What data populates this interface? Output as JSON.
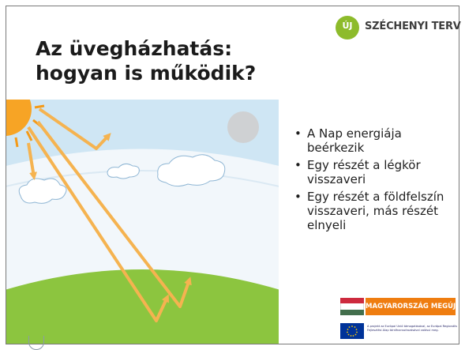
{
  "title": {
    "line1": "Az üvegházhatás:",
    "line2": "hogyan is működik?"
  },
  "logo": {
    "badge": "ÚJ",
    "text": "SZÉCHENYI TERV",
    "color": "#8dbb2b"
  },
  "bullets": [
    {
      "text": "A Nap energiája beérkezik"
    },
    {
      "text": "Egy részét a légkör visszaveri"
    },
    {
      "text": "Egy részét a földfelszín visszaveri, más részét elnyeli"
    }
  ],
  "banner": {
    "label": "MAGYARORSZÁG MEGÚJUL",
    "color": "#ef7d10",
    "flag_colors": [
      "#cd2a3e",
      "#ffffff",
      "#436f4d"
    ]
  },
  "eu_notice": {
    "text": "A projekt az Európai Unió támogatásával, az Európai Regionális Fejlesztési Alap társfinanszírozásával valósul meg."
  },
  "illustration": {
    "colors": {
      "sky": "#cfe6f4",
      "atmosphere": "#ffffff",
      "sun": "#f7a425",
      "ground": "#8cc53f",
      "arrow": "#f5b350",
      "moon": "#cfd1d3"
    }
  }
}
